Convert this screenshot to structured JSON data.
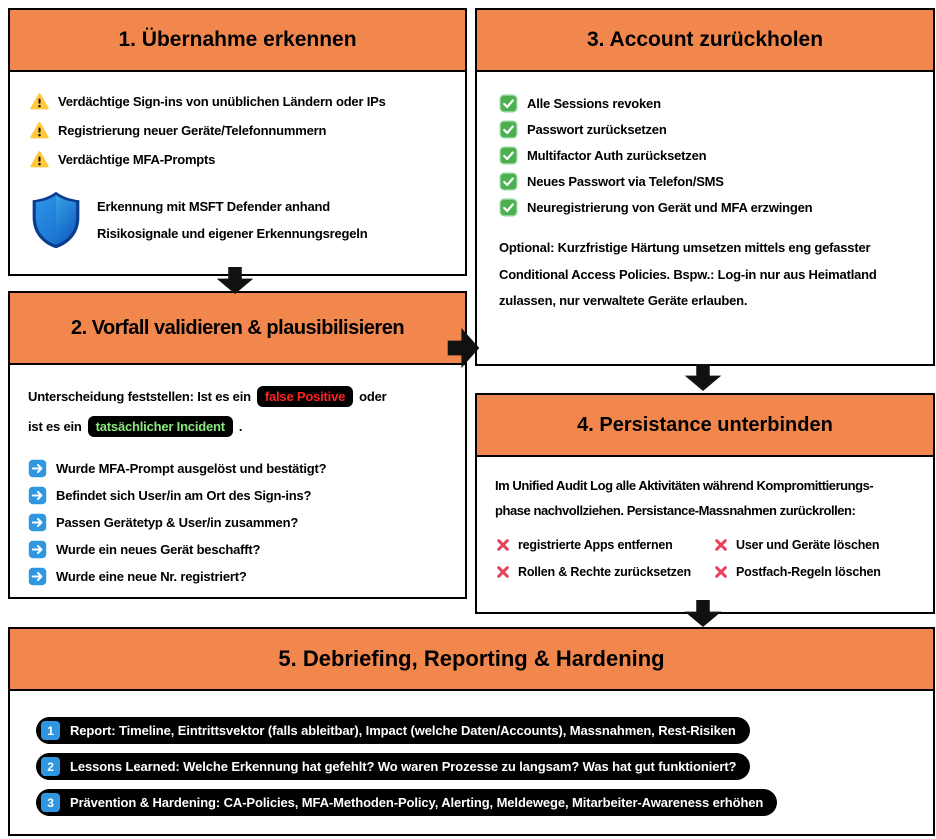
{
  "colors": {
    "header_orange": "#F2874D",
    "false_positive_red": "#FF2222",
    "incident_green": "#8BE87E",
    "icon_blue": "#2E97E0",
    "check_green": "#4CAF50",
    "cross_red": "#E8415C",
    "warning_yellow": "#FFC83D",
    "pill_black": "#000000"
  },
  "icons": {
    "warning_icon": "⚠",
    "check_icon": "✅",
    "blue_arrow_icon": "➡",
    "cross_icon": "❌",
    "shield_icon": "🛡",
    "flow_arrow_down": "⬇",
    "flow_arrow_right": "➡"
  },
  "box1": {
    "title": "1. Übernahme erkennen",
    "warnings": [
      "Verdächtige Sign-ins von unüblichen Ländern oder IPs",
      "Registrierung neuer Geräte/Telefonnummern",
      "Verdächtige MFA-Prompts"
    ],
    "note_line1": "Erkennung mit MSFT Defender anhand",
    "note_line2": "Risikosignale und eigener Erkennungsregeln"
  },
  "box2": {
    "title": "2. Vorfall validieren & plausibilisieren",
    "intro_part1": "Unterscheidung feststellen: Ist es ein",
    "badge_false_positive": "false Positive",
    "intro_part2": "oder",
    "intro_part3": "ist es ein",
    "badge_incident": "tatsächlicher Incident",
    "intro_part4": ".",
    "questions": [
      "Wurde MFA-Prompt ausgelöst und bestätigt?",
      "Befindet sich User/in am Ort des Sign-ins?",
      "Passen Gerätetyp & User/in zusammen?",
      "Wurde ein neues Gerät beschafft?",
      "Wurde eine neue Nr. registriert?"
    ]
  },
  "box3": {
    "title": "3. Account zurückholen",
    "checklist": [
      "Alle Sessions revoken",
      "Passwort zurücksetzen",
      "Multifactor Auth zurücksetzen",
      "Neues Passwort via Telefon/SMS",
      "Neuregistrierung von Gerät und MFA erzwingen"
    ],
    "optional_note": "Optional: Kurzfristige Härtung umsetzen mittels eng gefasster Conditional Access Policies. Bspw.: Log-in nur aus Heimatland zulassen, nur verwaltete Geräte erlauben."
  },
  "box4": {
    "title": "4. Persistance unterbinden",
    "intro_line1": "Im Unified Audit Log alle Aktivitäten während Kompromittierungs-",
    "intro_line2": "phase nachvollziehen. Persistance-Massnahmen zurückrollen:",
    "actions": [
      "registrierte Apps entfernen",
      "User und Geräte löschen",
      "Rollen & Rechte zurücksetzen",
      "Postfach-Regeln löschen"
    ]
  },
  "box5": {
    "title": "5. Debriefing, Reporting & Hardening",
    "items": [
      {
        "num": "1",
        "text": "Report: Timeline, Eintrittsvektor (falls ableitbar), Impact (welche Daten/Accounts), Massnahmen, Rest-Risiken"
      },
      {
        "num": "2",
        "text": "Lessons Learned: Welche Erkennung hat gefehlt? Wo waren Prozesse zu langsam? Was hat gut funktioniert?"
      },
      {
        "num": "3",
        "text": "Prävention & Hardening: CA-Policies, MFA-Methoden-Policy, Alerting, Meldewege, Mitarbeiter-Awareness erhöhen"
      }
    ]
  }
}
